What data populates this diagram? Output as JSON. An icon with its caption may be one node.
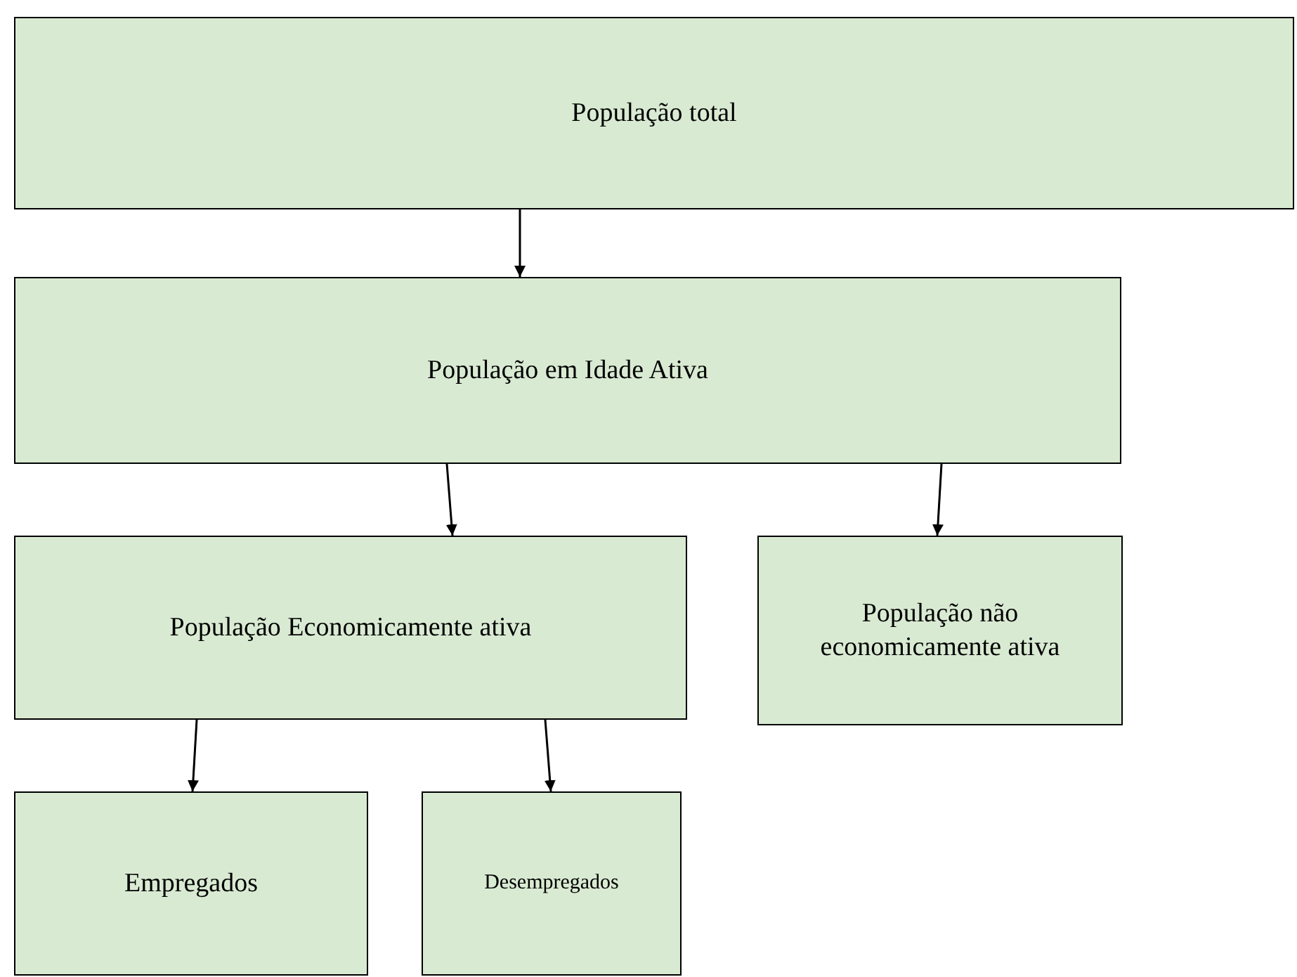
{
  "diagram": {
    "nodes": [
      {
        "text": [
          "População total"
        ]
      },
      {
        "text": [
          "População em Idade Ativa"
        ]
      },
      {
        "text": [
          "População Economicamente ativa"
        ]
      },
      {
        "text": [
          "População não economicamente ativa"
        ]
      },
      {
        "text": [
          "Empregados"
        ]
      },
      {
        "text": [
          "Desempregados"
        ]
      }
    ],
    "edges": [
      {
        "from": 0,
        "to": 1,
        "arrow": "to"
      },
      {
        "from": 1,
        "to": 2,
        "arrow": "to"
      },
      {
        "from": 1,
        "to": 3,
        "arrow": "to"
      },
      {
        "from": 2,
        "to": 4,
        "arrow": "to"
      },
      {
        "from": 2,
        "to": 5,
        "arrow": "to"
      }
    ]
  }
}
